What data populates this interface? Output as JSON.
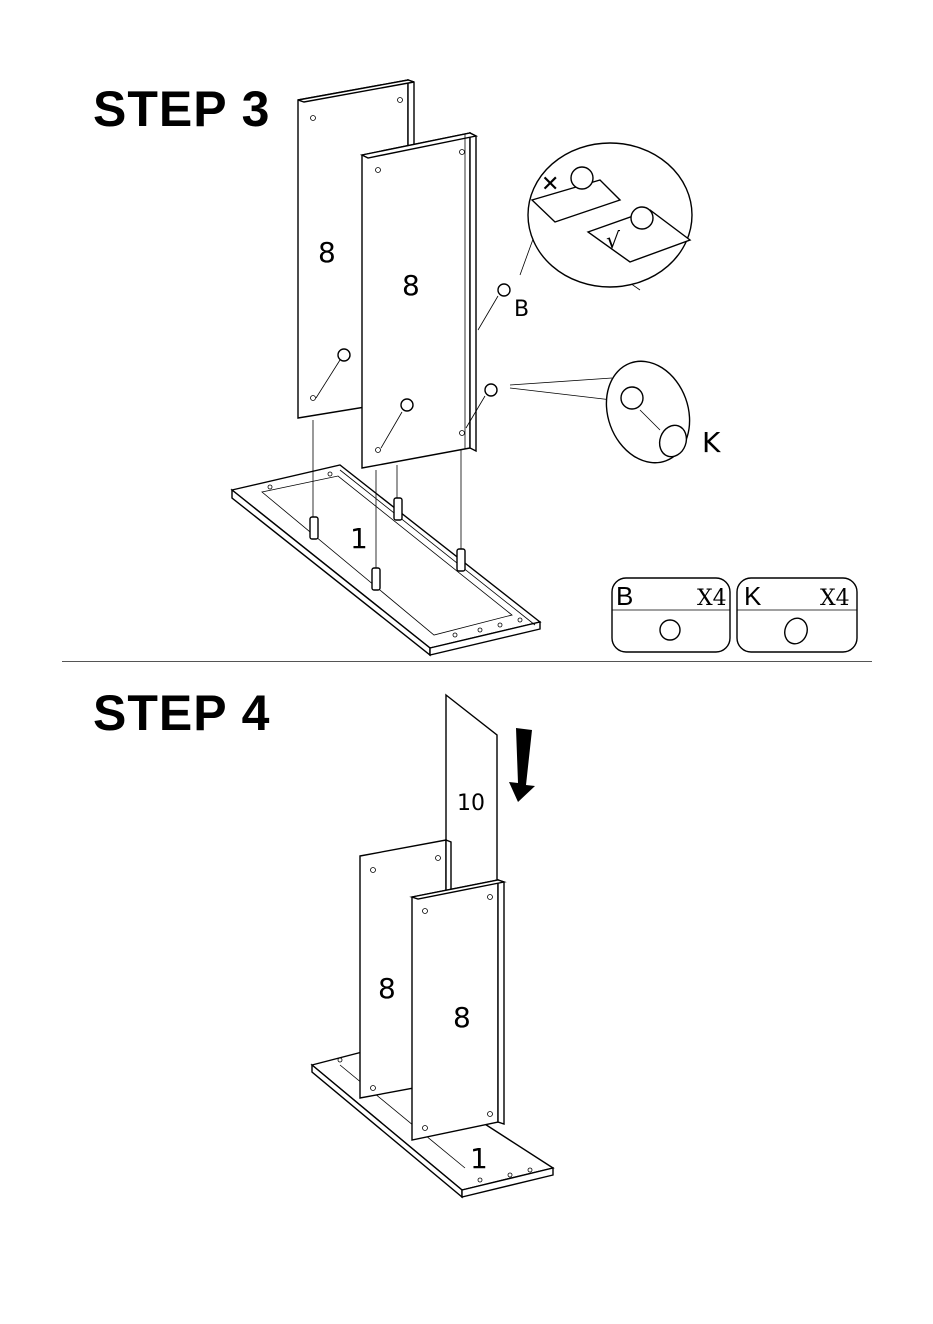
{
  "step3": {
    "title": "STEP 3",
    "panel_back_label": "8",
    "panel_front_label": "8",
    "base_label": "1",
    "callout_b_label": "B",
    "callout_k_label": "K",
    "wrong_mark": "✕",
    "right_mark": "√",
    "parts": [
      {
        "label": "B",
        "qty": "X4"
      },
      {
        "label": "K",
        "qty": "X4"
      }
    ]
  },
  "step4": {
    "title": "STEP 4",
    "panel_back_label": "8",
    "panel_front_label": "8",
    "panel_insert_label": "10",
    "base_label": "1"
  }
}
